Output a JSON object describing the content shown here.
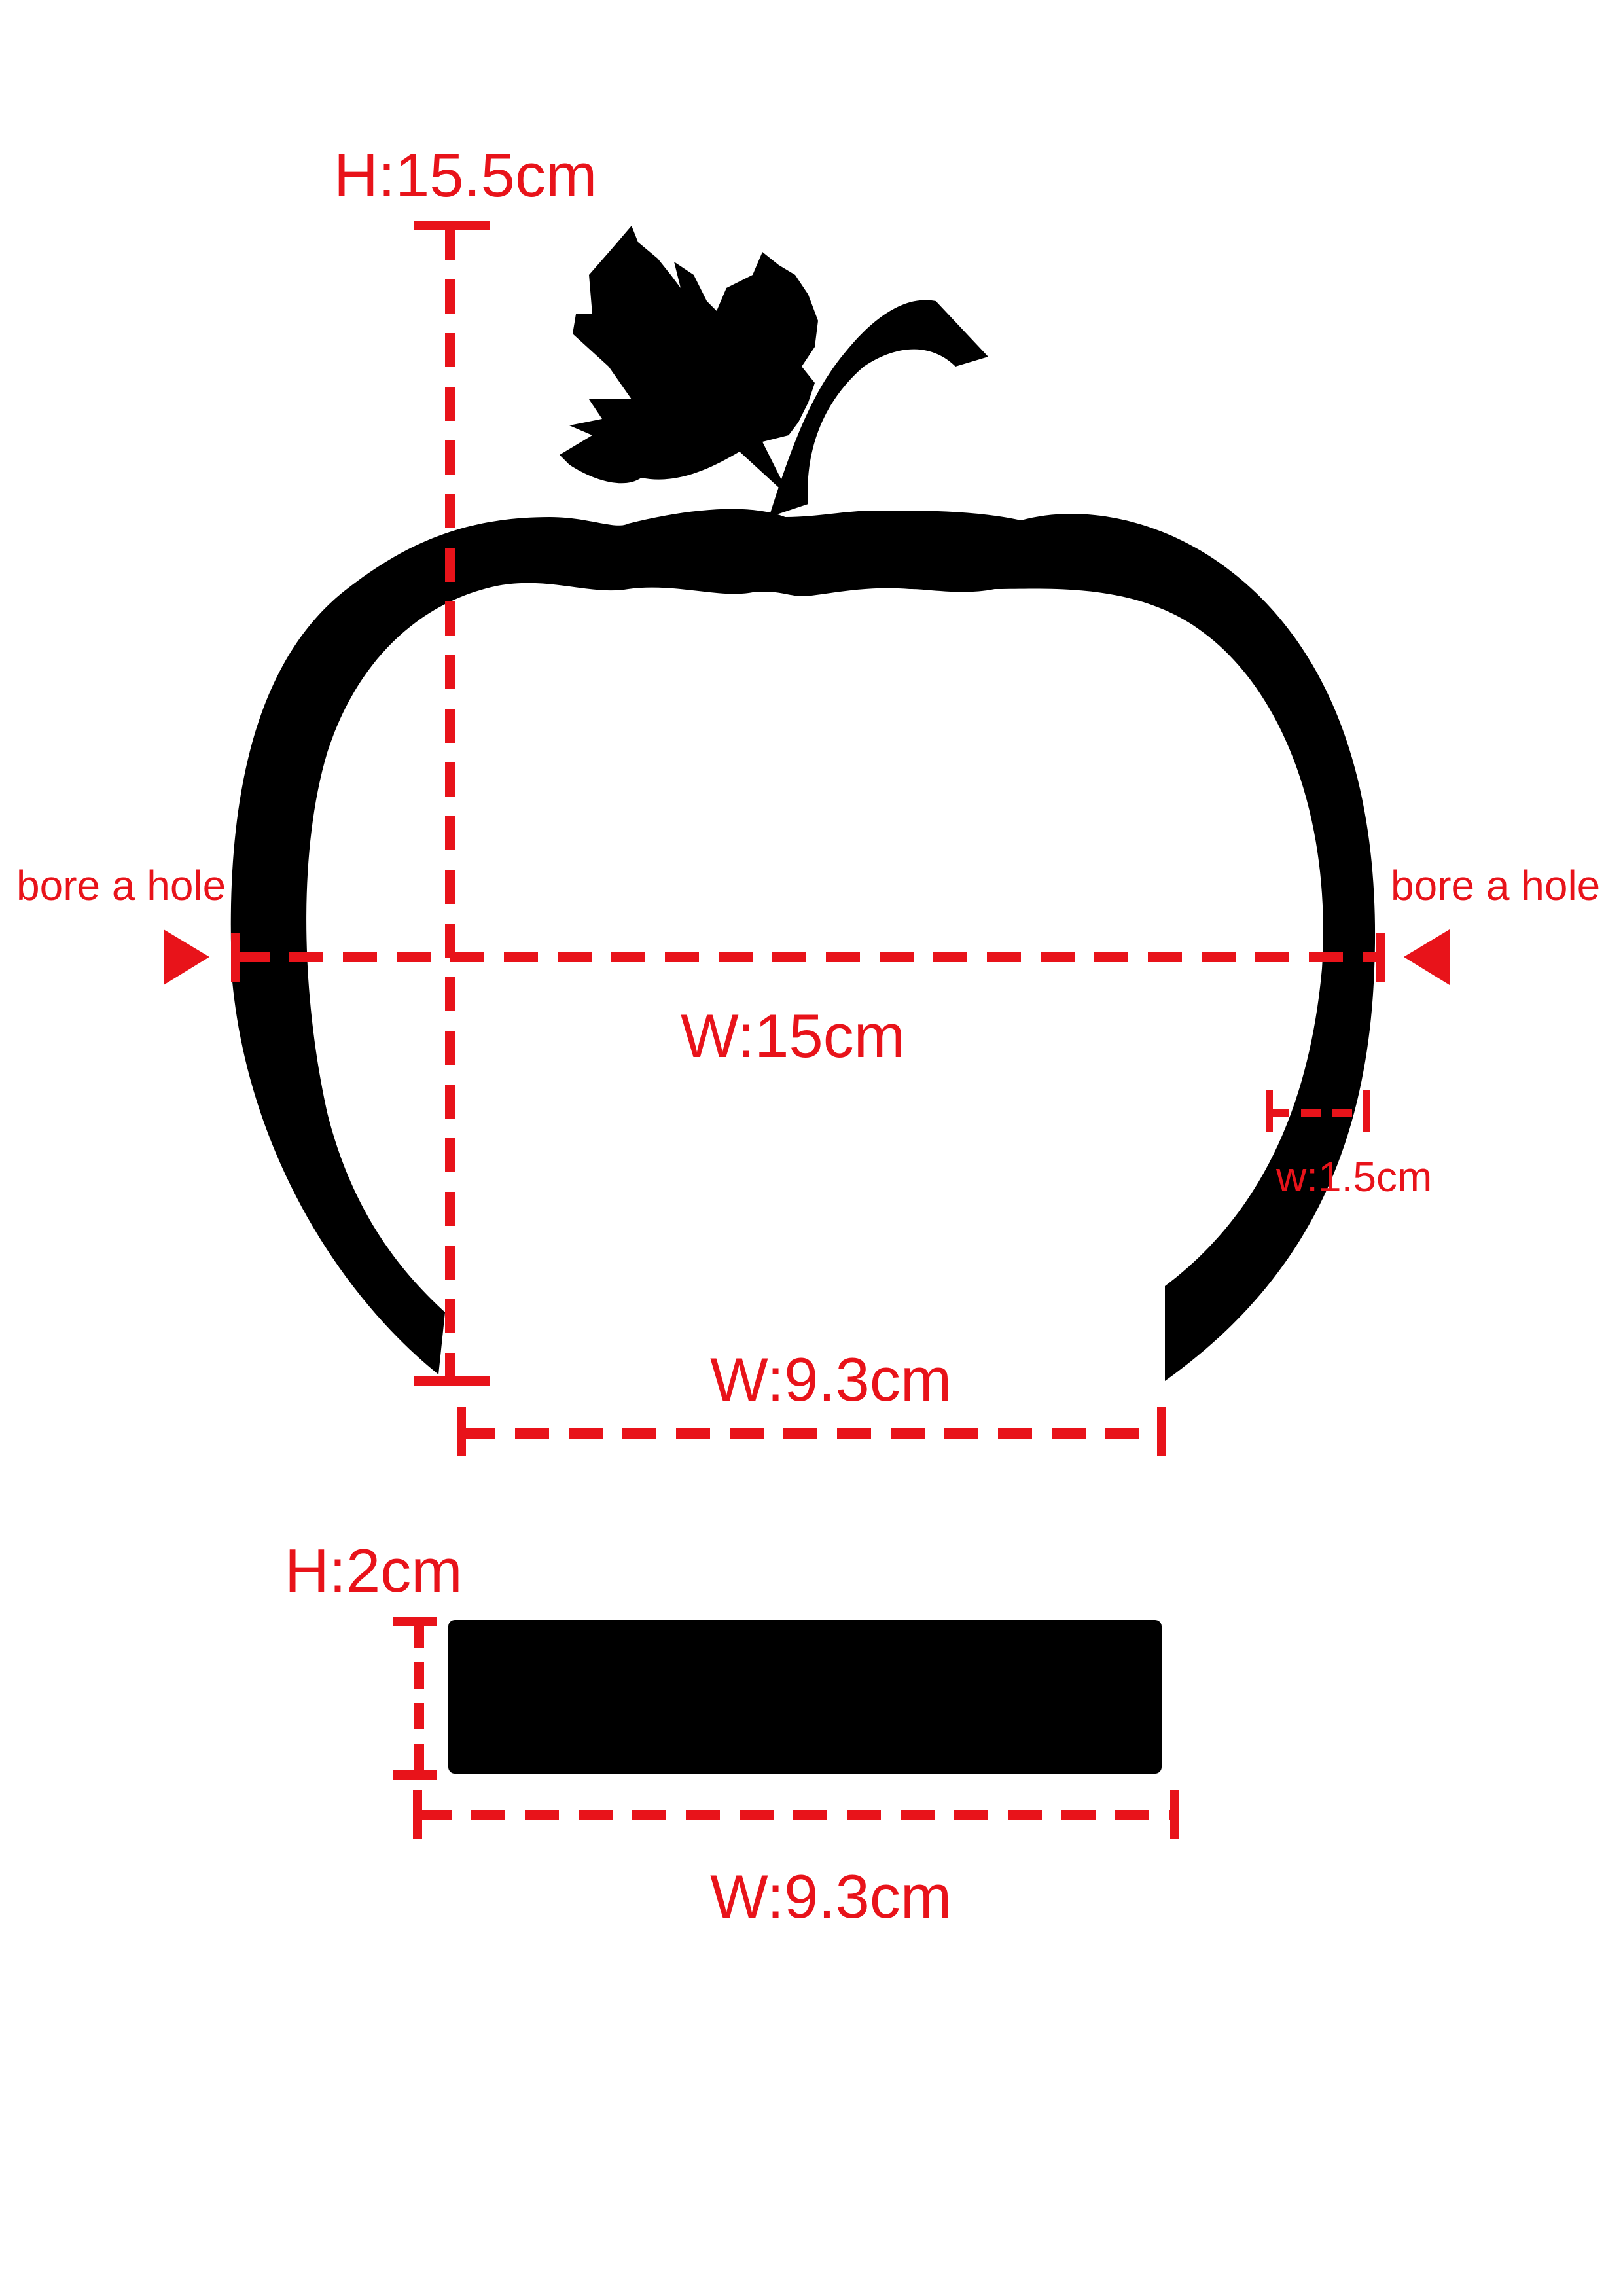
{
  "labels": {
    "height_main": "H:15.5cm",
    "width_main": "W:15cm",
    "width_rim": "w:1.5cm",
    "width_opening": "W:9.3cm",
    "bore_left": "bore a hole",
    "bore_right": "bore a hole",
    "height_base": "H:2cm",
    "width_base": "W:9.3cm"
  },
  "colors": {
    "annotation": "#e8131a",
    "shape": "#000000",
    "background": "#ffffff"
  },
  "icons": {
    "bore_left_arrow": "right-pointing-triangle",
    "bore_right_arrow": "left-pointing-triangle"
  }
}
